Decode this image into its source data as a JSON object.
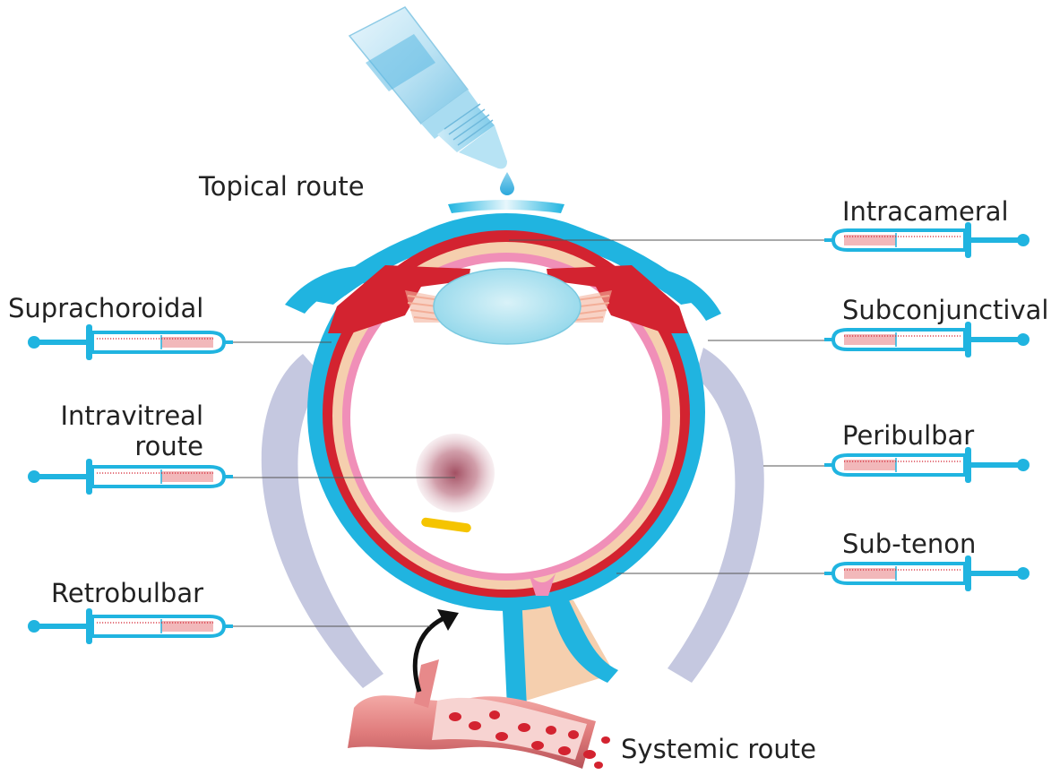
{
  "labels": {
    "topical": "Topical route",
    "intracameral": "Intracameral",
    "suprachoroidal": "Suprachoroidal",
    "subconjunctival": "Subconjunctival",
    "intravitreal_line1": "Intravitreal",
    "intravitreal_line2": "route",
    "peribulbar": "Peribulbar",
    "sub_tenon": "Sub-tenon",
    "retrobulbar": "Retrobulbar",
    "systemic": "Systemic route"
  },
  "colors": {
    "sclera": "#20b4e0",
    "choroid": "#d32330",
    "retina": "#f08fb8",
    "vitreous_layer": "#f5cfae",
    "lens": "#a8e2ef",
    "orbit_tissue": "#c5c8e0",
    "implant": "#f5c400",
    "leader_line": "#555555"
  },
  "icons": [
    "eye-drop-bottle-icon",
    "syringe-icon",
    "blood-vessel-icon",
    "curved-arrow-icon"
  ]
}
